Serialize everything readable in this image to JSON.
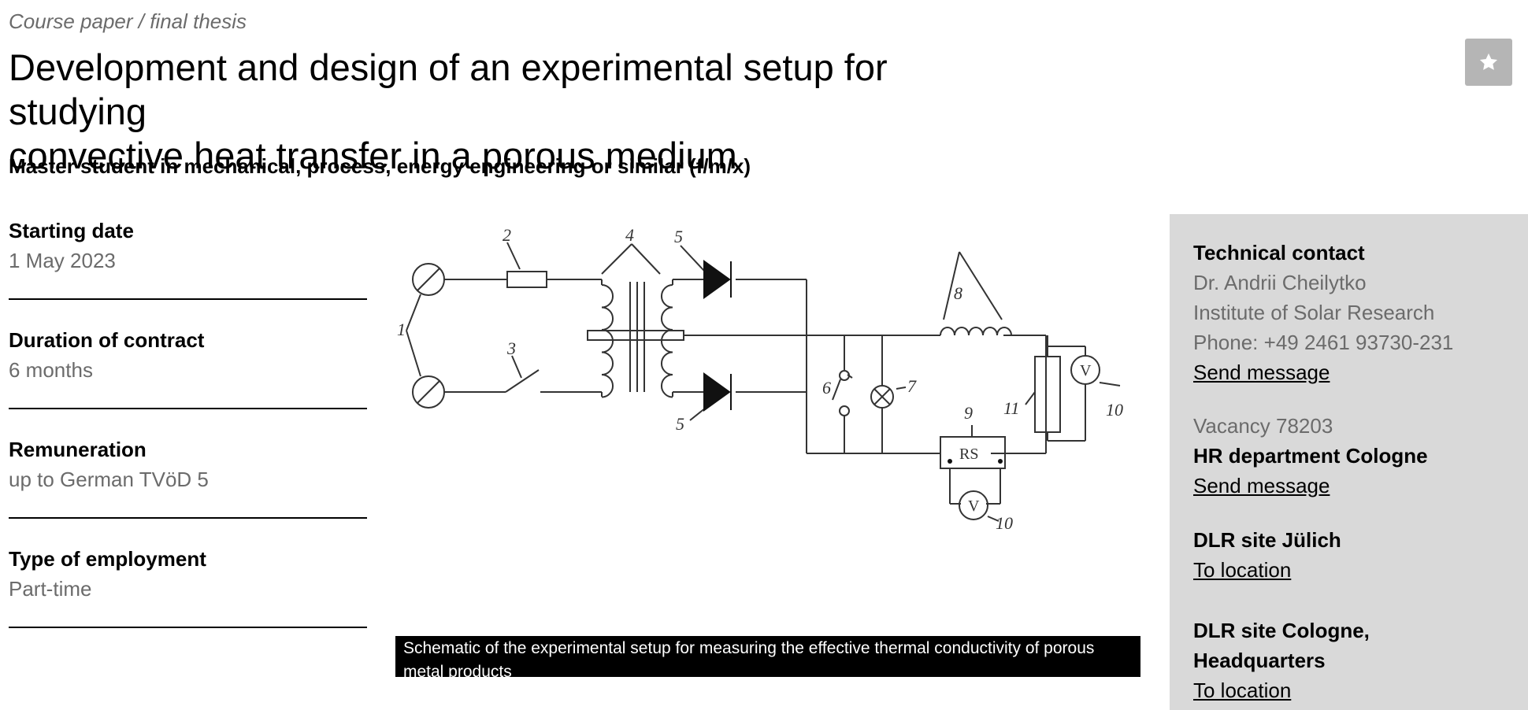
{
  "header": {
    "category": "Course paper / final thesis",
    "title_line1": "Development and design of an experimental setup for studying",
    "title_line2": "convective heat transfer in a porous medium",
    "subtitle": "Master student in mechanical, process, energy engineering or similar (f/m/x)",
    "bookmark_icon": "star-icon"
  },
  "facts": [
    {
      "label": "Starting date",
      "value": "1 May 2023"
    },
    {
      "label": "Duration of contract",
      "value": "6 months"
    },
    {
      "label": "Remuneration",
      "value": "up to German TVöD 5"
    },
    {
      "label": "Type of employment",
      "value": "Part-time"
    }
  ],
  "figure": {
    "caption": "Schematic of the experimental setup for measuring the effective thermal conductivity of porous metal products",
    "labels": {
      "n1": "1",
      "n2": "2",
      "n3": "3",
      "n4": "4",
      "n5a": "5",
      "n5b": "5",
      "n6": "6",
      "n7": "7",
      "n8": "8",
      "n9": "9",
      "n10a": "10",
      "n10b": "10",
      "n11": "11",
      "rs": "RS",
      "v1": "V",
      "v2": "V"
    }
  },
  "contact": {
    "technical_heading": "Technical contact",
    "name": "Dr. Andrii Cheilytko",
    "institute": "Institute of Solar Research",
    "phone": "Phone: +49 2461 93730-231",
    "send_message_1": "Send message",
    "vacancy": "Vacancy 78203",
    "hr_heading": "HR department Cologne",
    "send_message_2": "Send message",
    "site1_heading": "DLR site Jülich",
    "site1_link": "To location",
    "site2_heading_line1": "DLR site Cologne,",
    "site2_heading_line2": "Headquarters",
    "site2_link": "To location"
  }
}
